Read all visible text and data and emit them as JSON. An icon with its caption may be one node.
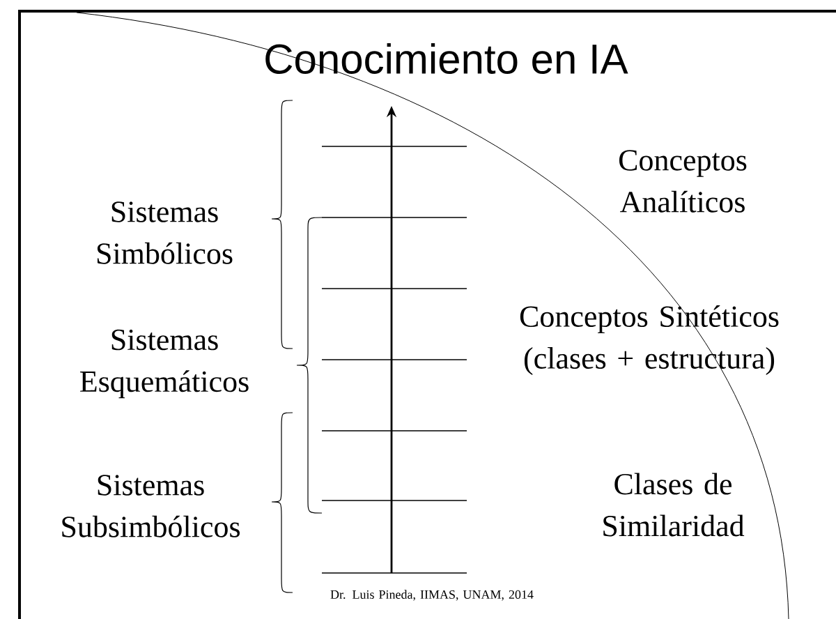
{
  "diagram": {
    "title": "Conocimiento en IA",
    "labels": [
      "Conceptos Analíticos",
      "Sistemas Simbólicos",
      "Sistemas Esquemáticos",
      "Conceptos Sintéticos (clases + estructura)",
      "Sistemas Subsimbólicos",
      "Clases de Similaridad",
      "Dr. Luis Pineda, IIMAS, UNAM, 2014"
    ]
  }
}
